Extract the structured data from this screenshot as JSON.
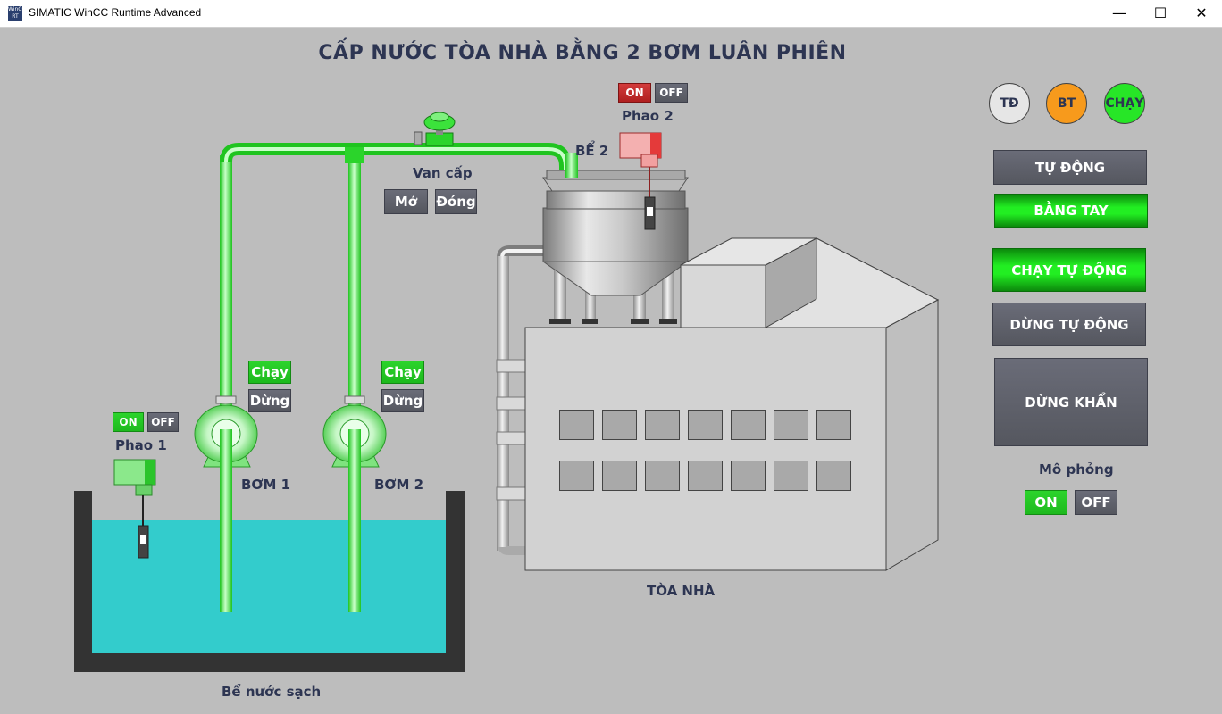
{
  "window": {
    "title": "SIMATIC WinCC Runtime Advanced",
    "icon_text": "WinCC RT"
  },
  "hmi": {
    "title": "CẤP NƯỚC TÒA NHÀ BẰNG 2 BƠM LUÂN PHIÊN"
  },
  "float2": {
    "label": "Phao 2",
    "on": "ON",
    "off": "OFF"
  },
  "float1": {
    "label": "Phao 1",
    "on": "ON",
    "off": "OFF"
  },
  "valve": {
    "label": "Van cấp",
    "open": "Mở",
    "close": "Đóng"
  },
  "tank2": {
    "label": "BỂ 2"
  },
  "pump1": {
    "label": "BƠM 1",
    "run": "Chạy",
    "stop": "Dừng"
  },
  "pump2": {
    "label": "BƠM 2",
    "run": "Chạy",
    "stop": "Dừng"
  },
  "building": {
    "label": "TÒA NHÀ"
  },
  "reservoir": {
    "label": "Bể nước sạch"
  },
  "indicators": {
    "auto": "TĐ",
    "manual": "BT",
    "running": "CHẠY"
  },
  "controls": {
    "auto": "TỰ ĐỘNG",
    "manual": "BẰNG TAY",
    "auto_run": "CHẠY TỰ ĐỘNG",
    "auto_stop": "DỪNG TỰ ĐỘNG",
    "estop": "DỪNG KHẨN"
  },
  "simulation": {
    "label": "Mô phỏng",
    "on": "ON",
    "off": "OFF"
  },
  "colors": {
    "water": "#33cccc",
    "pipe": "#33ee33",
    "indicator_manual": "#f79a1c",
    "indicator_run": "#27e627"
  }
}
